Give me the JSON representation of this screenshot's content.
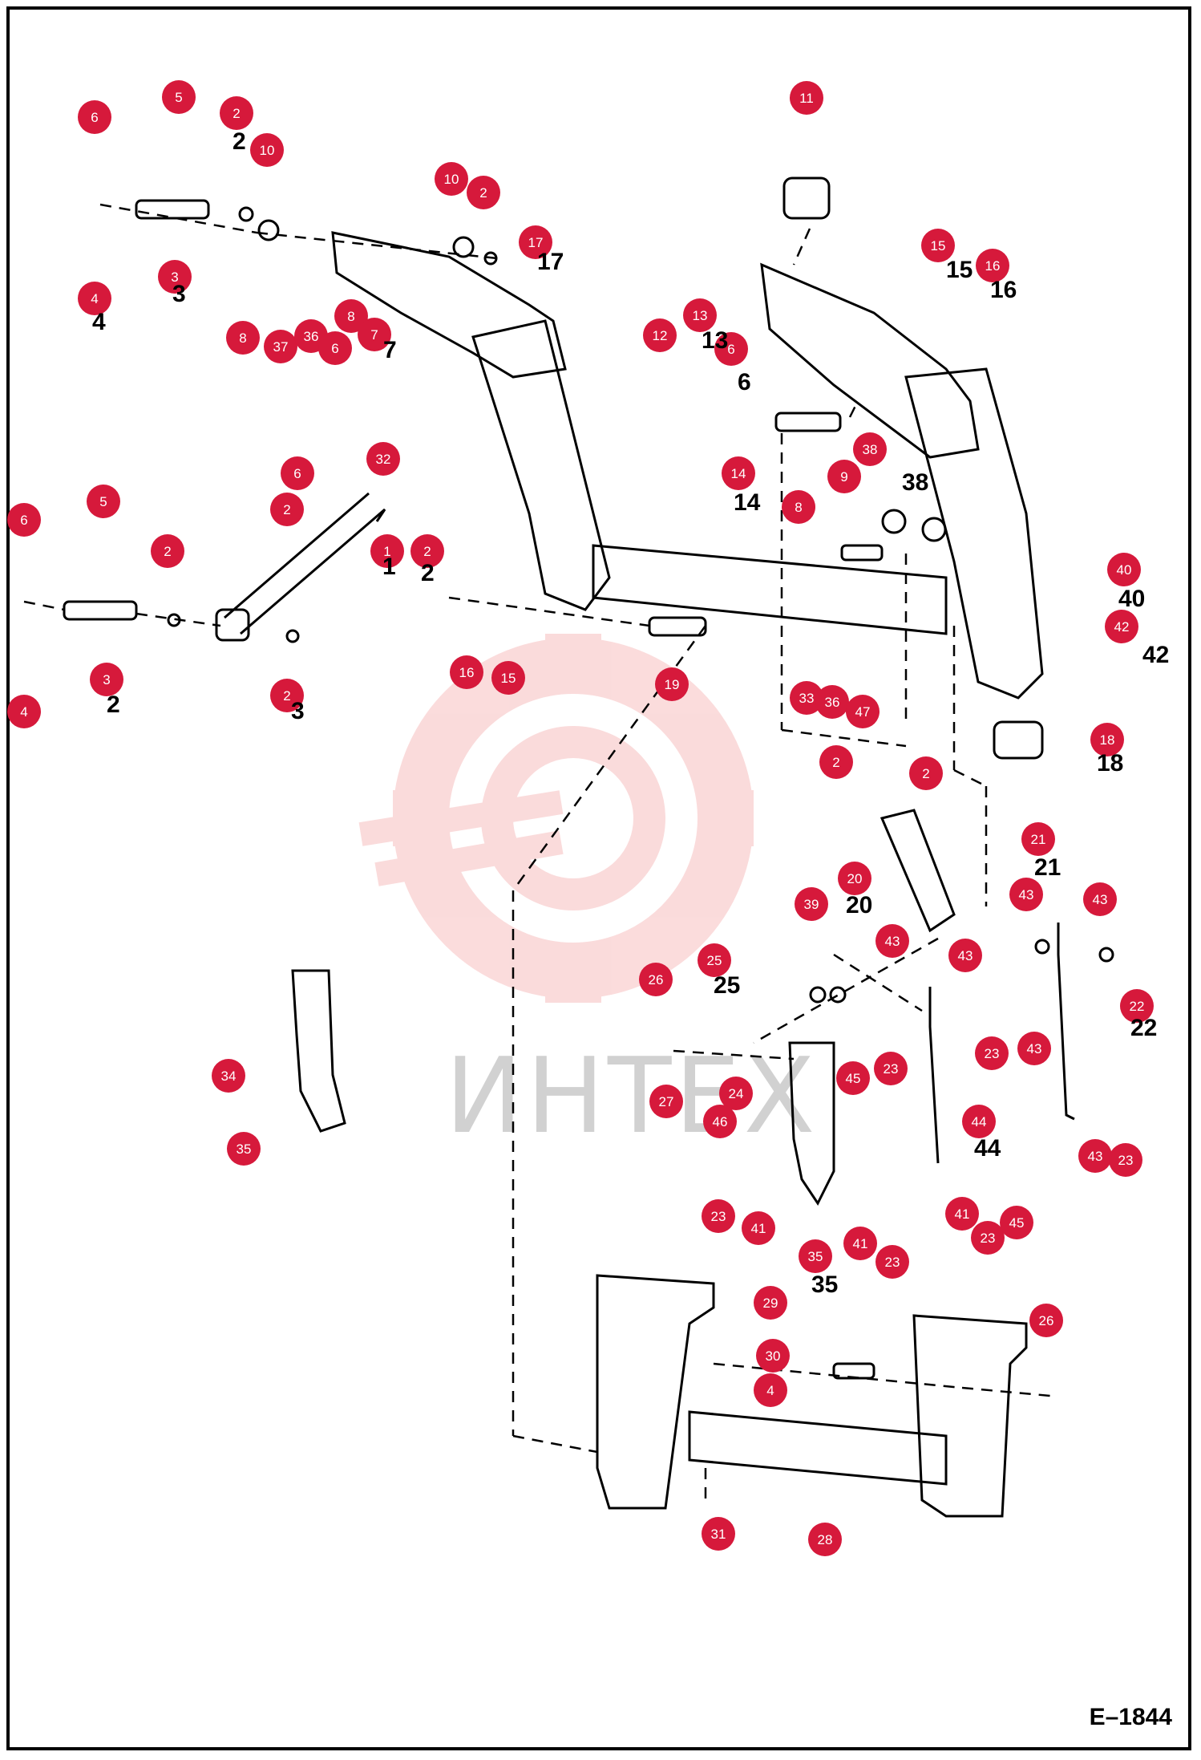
{
  "figure_ref": "E–1844",
  "watermark": {
    "text": "ИНТЕХ",
    "color": "#f08080"
  },
  "callout_color": "#d6193b",
  "callouts": [
    {
      "n": "6"
    },
    {
      "n": "5"
    },
    {
      "n": "2"
    },
    {
      "n": "10"
    },
    {
      "n": "3"
    },
    {
      "n": "4"
    },
    {
      "n": "10"
    },
    {
      "n": "2"
    },
    {
      "n": "17"
    },
    {
      "n": "8"
    },
    {
      "n": "37"
    },
    {
      "n": "36"
    },
    {
      "n": "6"
    },
    {
      "n": "8"
    },
    {
      "n": "7"
    },
    {
      "n": "32"
    },
    {
      "n": "6"
    },
    {
      "n": "2"
    },
    {
      "n": "1"
    },
    {
      "n": "2"
    },
    {
      "n": "6"
    },
    {
      "n": "5"
    },
    {
      "n": "2"
    },
    {
      "n": "3"
    },
    {
      "n": "2"
    },
    {
      "n": "4"
    },
    {
      "n": "16"
    },
    {
      "n": "15"
    },
    {
      "n": "19"
    },
    {
      "n": "11"
    },
    {
      "n": "15"
    },
    {
      "n": "16"
    },
    {
      "n": "12"
    },
    {
      "n": "13"
    },
    {
      "n": "6"
    },
    {
      "n": "14"
    },
    {
      "n": "38"
    },
    {
      "n": "9"
    },
    {
      "n": "8"
    },
    {
      "n": "40"
    },
    {
      "n": "42"
    },
    {
      "n": "33"
    },
    {
      "n": "36"
    },
    {
      "n": "47"
    },
    {
      "n": "18"
    },
    {
      "n": "2"
    },
    {
      "n": "2"
    },
    {
      "n": "21"
    },
    {
      "n": "20"
    },
    {
      "n": "39"
    },
    {
      "n": "43"
    },
    {
      "n": "43"
    },
    {
      "n": "43"
    },
    {
      "n": "43"
    },
    {
      "n": "22"
    },
    {
      "n": "26"
    },
    {
      "n": "25"
    },
    {
      "n": "27"
    },
    {
      "n": "24"
    },
    {
      "n": "46"
    },
    {
      "n": "45"
    },
    {
      "n": "23"
    },
    {
      "n": "23"
    },
    {
      "n": "43"
    },
    {
      "n": "44"
    },
    {
      "n": "43"
    },
    {
      "n": "23"
    },
    {
      "n": "23"
    },
    {
      "n": "41"
    },
    {
      "n": "35"
    },
    {
      "n": "41"
    },
    {
      "n": "23"
    },
    {
      "n": "41"
    },
    {
      "n": "23"
    },
    {
      "n": "45"
    },
    {
      "n": "34"
    },
    {
      "n": "35"
    },
    {
      "n": "29"
    },
    {
      "n": "30"
    },
    {
      "n": "4"
    },
    {
      "n": "26"
    },
    {
      "n": "31"
    },
    {
      "n": "28"
    }
  ],
  "printed_refs": [
    {
      "n": "2"
    },
    {
      "n": "3"
    },
    {
      "n": "4"
    },
    {
      "n": "17"
    },
    {
      "n": "7"
    },
    {
      "n": "1"
    },
    {
      "n": "2"
    },
    {
      "n": "3"
    },
    {
      "n": "2"
    },
    {
      "n": "15"
    },
    {
      "n": "16"
    },
    {
      "n": "13"
    },
    {
      "n": "6"
    },
    {
      "n": "14"
    },
    {
      "n": "38"
    },
    {
      "n": "40"
    },
    {
      "n": "42"
    },
    {
      "n": "18"
    },
    {
      "n": "21"
    },
    {
      "n": "20"
    },
    {
      "n": "22"
    },
    {
      "n": "25"
    },
    {
      "n": "44"
    },
    {
      "n": "35"
    }
  ]
}
